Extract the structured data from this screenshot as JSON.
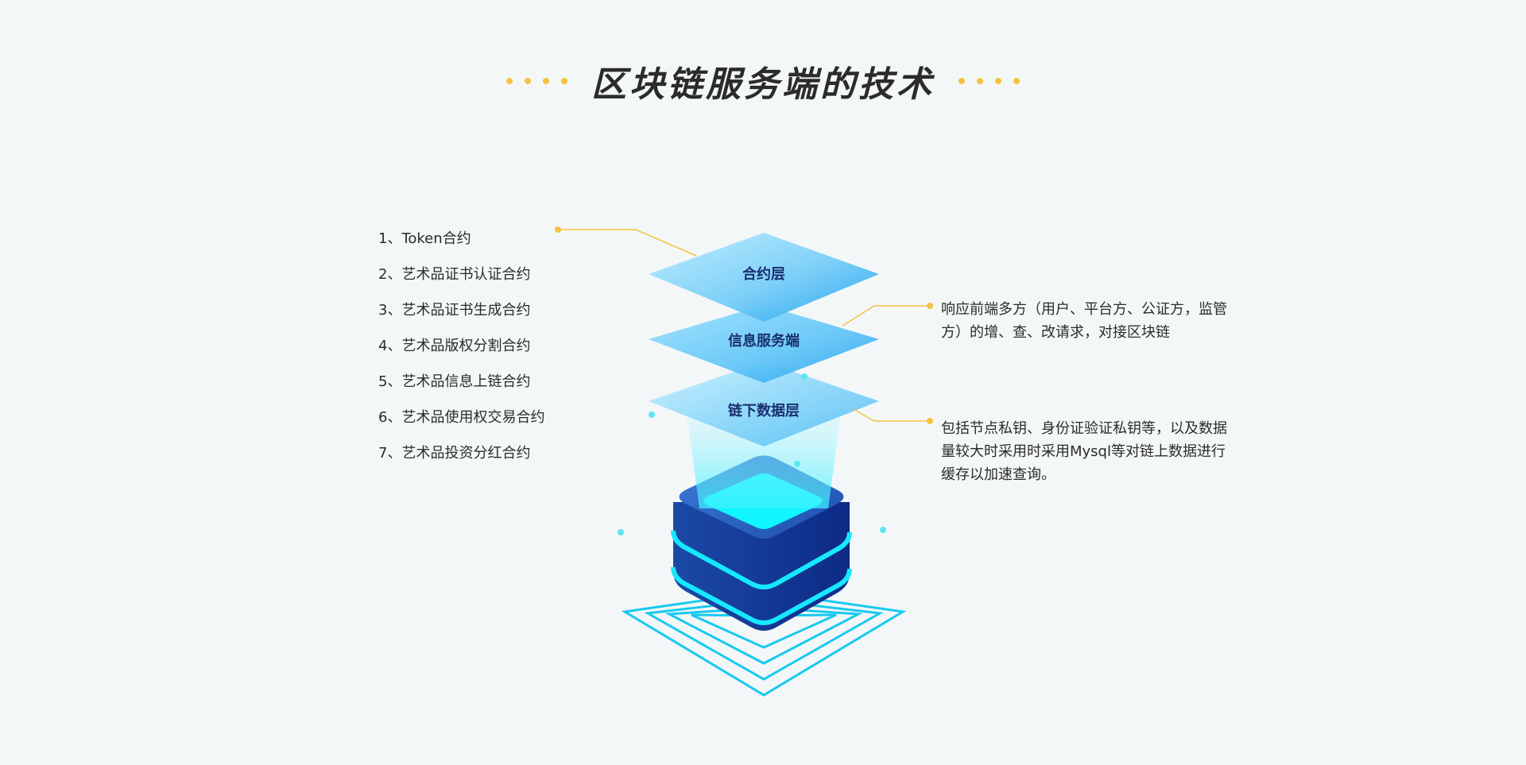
{
  "title": "区块链服务端的技术",
  "colors": {
    "accent_dots": "#f6c342",
    "connector": "#f6c342",
    "layer_light": "#8fdcff",
    "layer_dark": "#2aa6f2",
    "server_dark": "#17379a",
    "server_glow": "#16e9ff"
  },
  "contracts": [
    "1、Token合约",
    "2、艺术品证书认证合约",
    "3、艺术品证书生成合约",
    "4、艺术品版权分割合约",
    "5、艺术品信息上链合约",
    "6、艺术品使用权交易合约",
    "7、艺术品投资分红合约"
  ],
  "layers": {
    "contract": "合约层",
    "service": "信息服务端",
    "offchain": "链下数据层"
  },
  "descriptions": {
    "service": "响应前端多方（用户、平台方、公证方，监管方）的增、查、改请求，对接区块链",
    "offchain": "包括节点私钥、身份证验证私钥等，以及数据量较大时采用时采用Mysql等对链上数据进行缓存以加速查询。"
  }
}
